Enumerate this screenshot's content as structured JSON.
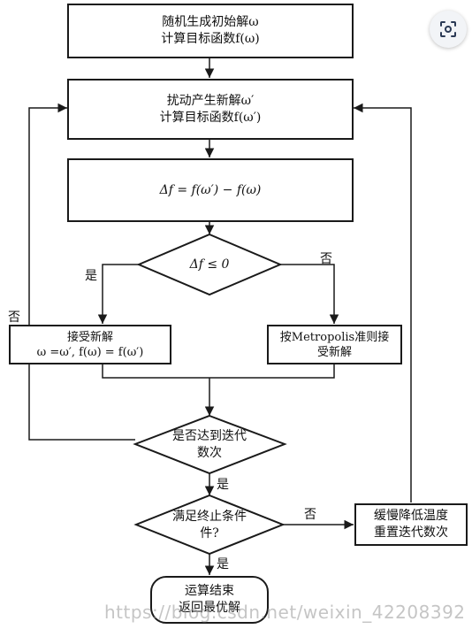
{
  "boxes": {
    "init": {
      "line1": "随机生成初始解ω",
      "line2": "计算目标函数f(ω)"
    },
    "perturb": {
      "line1": "扰动产生新解ω′",
      "line2": "计算目标函数f(ω′)"
    },
    "delta": {
      "text": "Δf = f(ω′) − f(ω)"
    },
    "accept": {
      "line1": "接受新解",
      "line2": "ω =ω′, f(ω) = f(ω′)"
    },
    "metropolis": {
      "line1": "按Metropolis准则接",
      "line2": "受新解"
    },
    "cool": {
      "line1": "缓慢降低温度",
      "line2": "重置迭代数次"
    },
    "end": {
      "line1": "运算结束",
      "line2": "返回最优解"
    }
  },
  "decisions": {
    "delta_check": {
      "text": "Δf ≤ 0"
    },
    "iteration_check": {
      "line1": "是否达到迭代",
      "line2": "数次"
    },
    "stop_check": {
      "line1": "满足终止条件",
      "line2": "件?"
    }
  },
  "edge_labels": {
    "yes1": "是",
    "no1": "否",
    "no_left": "否",
    "yes2": "是",
    "no_right": "否",
    "yes3": "是"
  },
  "watermark": "https://blog.csdn.net/weixin_42208392",
  "toolbar": {
    "icon": "scan-icon"
  }
}
